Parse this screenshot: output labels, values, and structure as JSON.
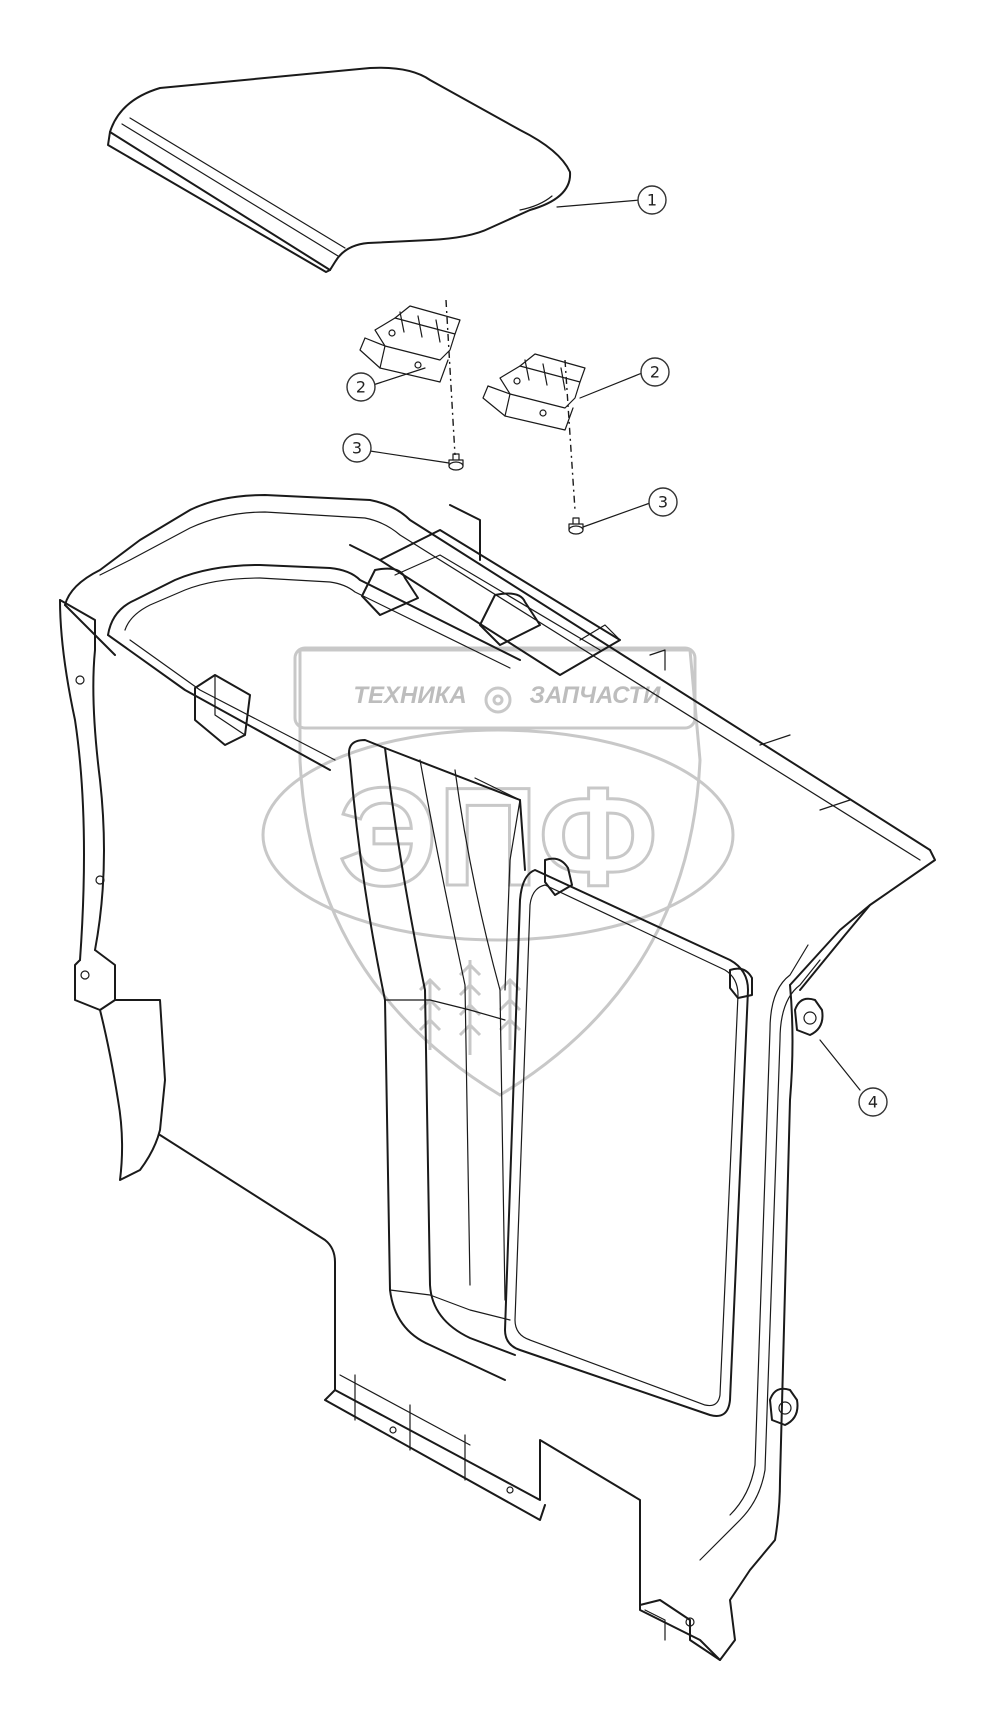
{
  "callouts": [
    {
      "id": "1",
      "label": "1"
    },
    {
      "id": "2a",
      "label": "2"
    },
    {
      "id": "2b",
      "label": "2"
    },
    {
      "id": "3a",
      "label": "3"
    },
    {
      "id": "3b",
      "label": "3"
    },
    {
      "id": "4",
      "label": "4"
    }
  ],
  "watermark": {
    "left_word": "ТЕХНИКА",
    "right_word": "ЗАПЧАСТИ",
    "emblem": "ЭПФ"
  },
  "colors": {
    "line": "#1a1a1a",
    "watermark": "#c8c8c8",
    "background": "#ffffff"
  }
}
